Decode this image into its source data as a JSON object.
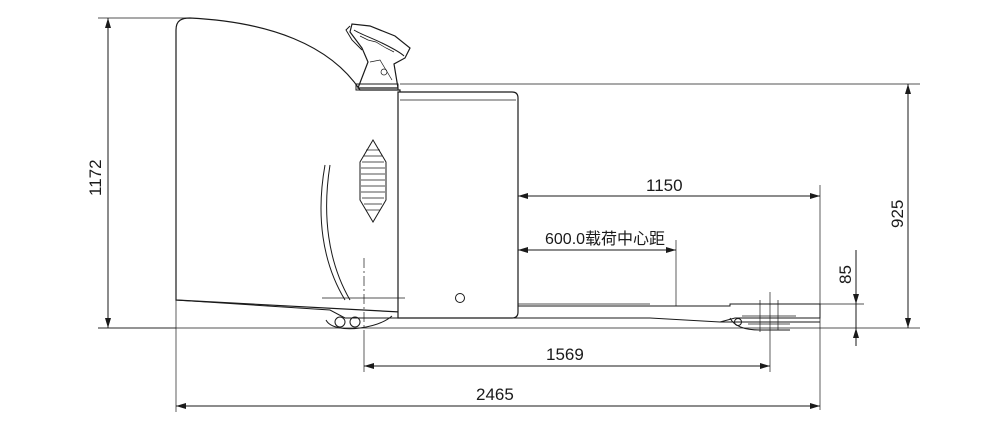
{
  "drawing": {
    "dimensions": {
      "overall_height": "1172",
      "platform_height": "925",
      "fork_length": "1150",
      "load_center": "600.0载荷中心距",
      "fork_lowered_height": "85",
      "wheelbase": "1569",
      "overall_length": "2465"
    }
  }
}
